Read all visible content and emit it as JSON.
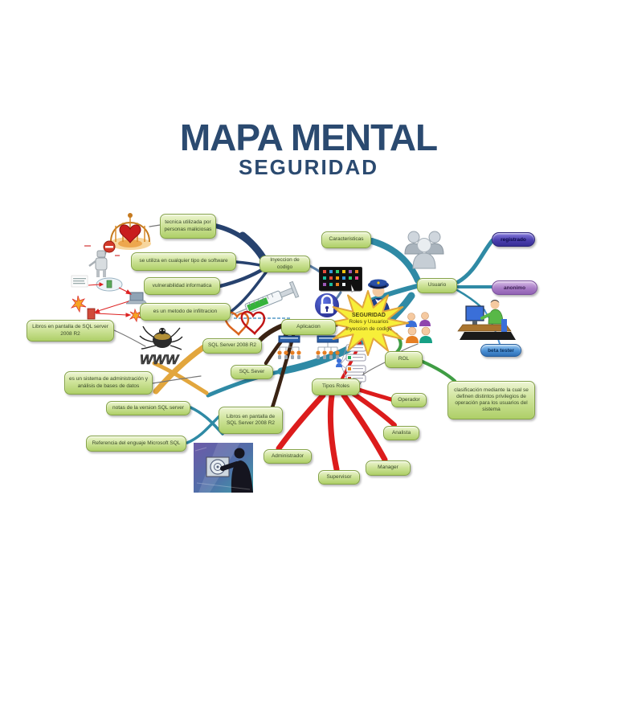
{
  "title": {
    "main": "MAPA MENTAL",
    "sub": "SEGURIDAD"
  },
  "star": {
    "line1": "SEGURIDAD",
    "line2": "Roles y Usuarios",
    "line3": "Inyeccion de codigo"
  },
  "nodes": {
    "tecnica": "tecnica utilizada por personas maliciosas",
    "software": "se utiliza en cualquier tipo de software",
    "vulnerabilidad": "vulnerabilidad informatica",
    "metodo": "es un metodo de infiltracion",
    "inyeccion": "Inyeccion de codigo",
    "caracteristicas": "Caracteristicas",
    "usuario": "Usuario",
    "registrado": "registrado",
    "anonimo": "anonimo",
    "beta_tester": "beta tester",
    "rol": "ROL",
    "clasificacion": "clasificación mediante la cual se definen distintos privilegios de operación para los usuarios del sistema",
    "tipos_roles": "Tipos Roles",
    "operador": "Operador",
    "analista": "Analista",
    "manager": "Manager",
    "supervisor": "Supervisor",
    "administrador": "Administrador",
    "aplicacion": "Aplicacion",
    "sql_2008": "SQL Server 2008 R2",
    "sql_sever": "SQL Sever",
    "libros_1": "Libros en pantalla de SQL server 2008 R2",
    "sistema": "es un sistema de administración y análisis de bases de datos",
    "notas": "notas de la version SQL server",
    "libros_2": "Libros en pantalla de SQL Server 2008 R2",
    "referencia": "Referencia del enguaje Microsoft SQL"
  },
  "illustrations": {
    "www_label": "WWW"
  },
  "colors": {
    "title": "#2b4a70",
    "node_green": "#b9d477",
    "node_border": "#85a348",
    "navy": "#27426e",
    "teal": "#2f8aa5",
    "red": "#dc1c1c",
    "yellow_curve": "#e2a63d",
    "star_fill": "#f7ef39",
    "star_border": "#e2a63d",
    "pill_registrado": "#4b3fae",
    "pill_anonimo": "#a87cc5",
    "pill_beta": "#4a90d4",
    "brown": "#3a2314",
    "green_link": "#3f9d44"
  }
}
